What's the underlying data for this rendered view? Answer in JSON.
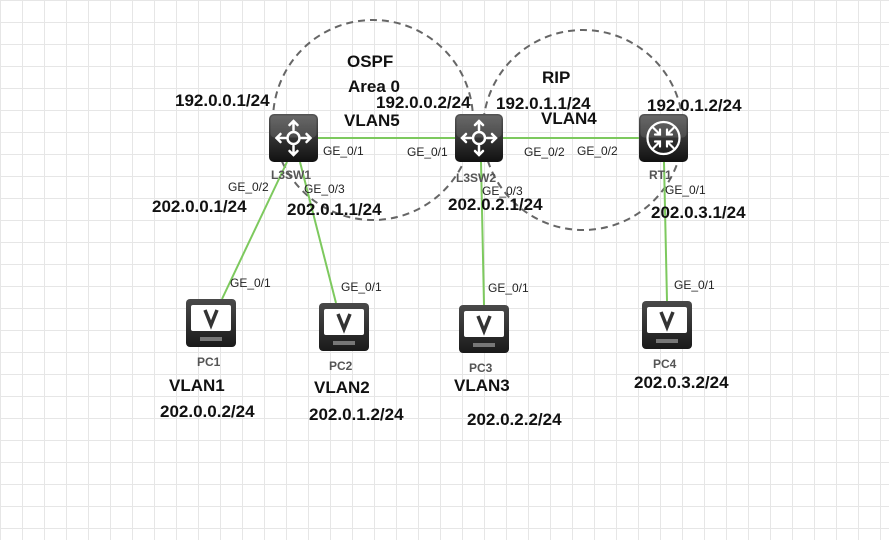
{
  "areas": {
    "ospf": {
      "line1": "OSPF",
      "line2": "Area 0"
    },
    "rip": {
      "label": "RIP"
    }
  },
  "devices": {
    "l3sw1": {
      "name": "L3SW1",
      "ip_top": "192.0.0.1/24"
    },
    "l3sw2": {
      "name": "L3SW2",
      "ip_top": "192.0.0.2/24"
    },
    "rt1": {
      "name": "RT1",
      "ip_top": "192.0.1.2/24",
      "ip_down": "202.0.3.1/24"
    },
    "pc1": {
      "name": "PC1",
      "vlan": "VLAN1",
      "ip": "202.0.0.2/24"
    },
    "pc2": {
      "name": "PC2",
      "vlan": "VLAN2",
      "ip": "202.0.1.2/24"
    },
    "pc3": {
      "name": "PC3",
      "vlan": "VLAN3",
      "ip": "202.0.2.2/24"
    },
    "pc4": {
      "name": "PC4",
      "ip": "202.0.3.2/24"
    }
  },
  "links": {
    "sw1_sw2": {
      "vlan": "VLAN5",
      "port_a": "GE_0/1",
      "port_b": "GE_0/1"
    },
    "sw2_rt1": {
      "vlan": "VLAN4",
      "ip_sw2": "192.0.1.1/24",
      "port_a": "GE_0/2",
      "port_b": "GE_0/2"
    },
    "sw1_pc1": {
      "port_sw": "GE_0/2",
      "port_pc": "GE_0/1",
      "gw": "202.0.0.1/24"
    },
    "sw1_pc2": {
      "port_sw": "GE_0/3",
      "port_pc": "GE_0/1",
      "gw": "202.0.1.1/24"
    },
    "sw2_pc3": {
      "port_sw": "GE_0/3",
      "port_pc": "GE_0/1",
      "gw": "202.0.2.1/24"
    },
    "rt1_pc4": {
      "port_rt": "GE_0/1",
      "port_pc": "GE_0/1"
    }
  }
}
